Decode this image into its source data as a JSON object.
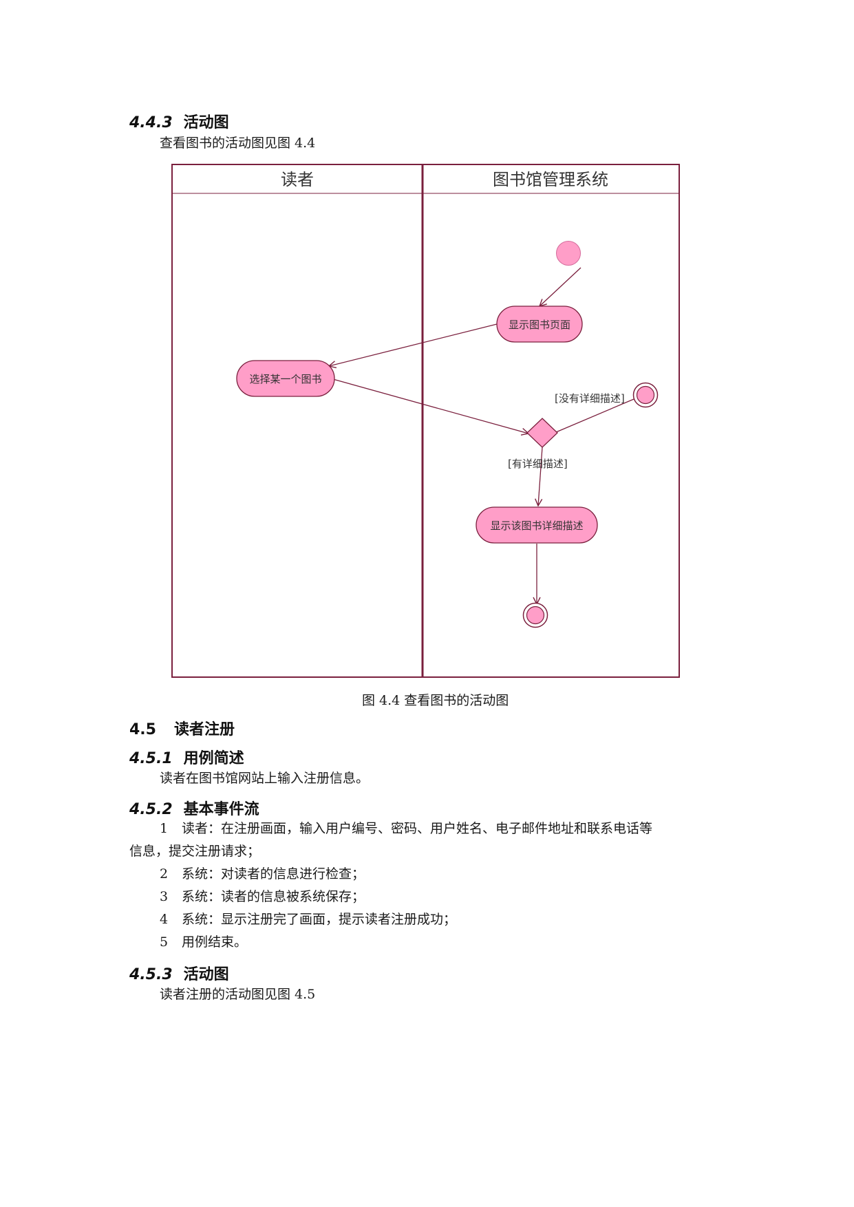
{
  "sec443": {
    "num": "4.4.3",
    "title": "活动图",
    "intro": "查看图书的活动图见图 4.4"
  },
  "diagram": {
    "lanes": [
      "读者",
      "图书馆管理系统"
    ],
    "nodes": {
      "show_page": "显示图书页面",
      "select_book": "选择某一个图书",
      "show_detail": "显示该图书详细描述"
    },
    "guards": {
      "no_detail": "[没有详细描述]",
      "has_detail": "[有详细描述]"
    },
    "colors": {
      "fill": "#ff9ec8",
      "stroke": "#7a1f3d"
    }
  },
  "caption": "图 4.4  查看图书的活动图",
  "sec45": {
    "num": "4.5",
    "title": "读者注册"
  },
  "sec451": {
    "num": "4.5.1",
    "title": "用例简述",
    "text": "读者在图书馆网站上输入注册信息。"
  },
  "sec452": {
    "num": "4.5.2",
    "title": "基本事件流",
    "steps": [
      {
        "n": "1",
        "line1": "读者：在注册画面，输入用户编号、密码、用户姓名、电子邮件地址和联系电话等",
        "line2": "信息，提交注册请求；"
      },
      {
        "n": "2",
        "line1": "系统：对读者的信息进行检查；"
      },
      {
        "n": "3",
        "line1": "系统：读者的信息被系统保存；"
      },
      {
        "n": "4",
        "line1": "系统：显示注册完了画面，提示读者注册成功；"
      },
      {
        "n": "5",
        "line1": "用例结束。"
      }
    ]
  },
  "sec453": {
    "num": "4.5.3",
    "title": "活动图",
    "intro": "读者注册的活动图见图 4.5"
  }
}
